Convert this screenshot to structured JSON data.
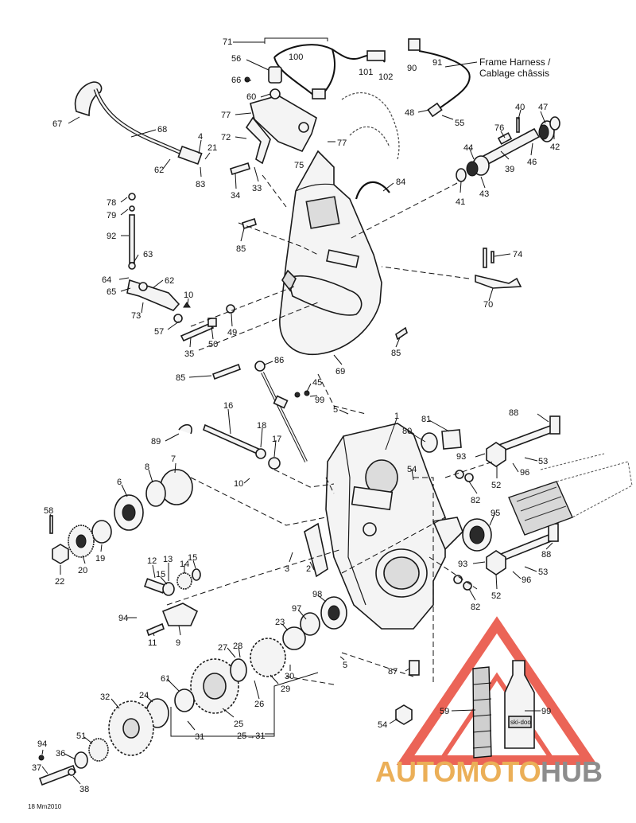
{
  "harness_label_en": "Frame Harness /",
  "harness_label_fr": "Cablage châssis",
  "drawing_ref": "18 Mm2010",
  "watermark": {
    "part1": "AUTOMOTO",
    "part2": "HUB",
    "color_part1": "#e8a23b",
    "color_part2": "#7a7a7a",
    "triangle_color": "#e84a3a"
  },
  "bottle_label": "ski-doo",
  "callouts": {
    "c71": "71",
    "c100": "100",
    "c101": "101",
    "c102": "102",
    "c90": "90",
    "c91": "91",
    "c56": "56",
    "c66": "66",
    "c60": "60",
    "c67": "67",
    "c68": "68",
    "c77a": "77",
    "c72": "72",
    "c77b": "77",
    "c75": "75",
    "c48": "48",
    "c55": "55",
    "c40": "40",
    "c47": "47",
    "c76": "76",
    "c44": "44",
    "c42": "42",
    "c46": "46",
    "c39": "39",
    "c43": "43",
    "c41": "41",
    "c4": "4",
    "c21": "21",
    "c62a": "62",
    "c83": "83",
    "c34": "34",
    "c33": "33",
    "c84": "84",
    "c78": "78",
    "c79": "79",
    "c92": "92",
    "c85a": "85",
    "c74": "74",
    "c63": "63",
    "c64": "64",
    "c65": "65",
    "c62b": "62",
    "c10a": "10",
    "c73": "73",
    "c70": "70",
    "c57": "57",
    "c35": "35",
    "c50": "50",
    "c49": "49",
    "c85b": "85",
    "c86": "86",
    "c85c": "85",
    "c69": "69",
    "c45": "45",
    "c99a": "99",
    "c16": "16",
    "c5a": "5",
    "c1": "1",
    "c81": "81",
    "c88a": "88",
    "c89": "89",
    "c18": "18",
    "c80": "80",
    "c17": "17",
    "c93a": "93",
    "c53a": "53",
    "c96a": "96",
    "c7": "7",
    "c54a": "54",
    "c8": "8",
    "c10b": "10",
    "c52a": "52",
    "c82a": "82",
    "c6": "6",
    "c58": "58",
    "c95": "95",
    "c88b": "88",
    "c20": "20",
    "c19": "19",
    "c22": "22",
    "c3": "3",
    "c2": "2",
    "c12": "12",
    "c13": "13",
    "c14": "14",
    "c15a": "15",
    "c15b": "15",
    "c93b": "93",
    "c53b": "53",
    "c96b": "96",
    "c52b": "52",
    "c82b": "82",
    "c98": "98",
    "c97": "97",
    "c94a": "94",
    "c11": "11",
    "c9": "9",
    "c23": "23",
    "c27": "27",
    "c28": "28",
    "c30": "30",
    "c29": "29",
    "c5b": "5",
    "c87": "87",
    "c26": "26",
    "c61": "61",
    "c32": "32",
    "c24": "24",
    "c25": "25",
    "c31": "31",
    "c2531": "25→31",
    "c59": "59",
    "c99b": "99",
    "c54b": "54",
    "c94b": "94",
    "c36": "36",
    "c51": "51",
    "c37": "37",
    "c38": "38"
  }
}
